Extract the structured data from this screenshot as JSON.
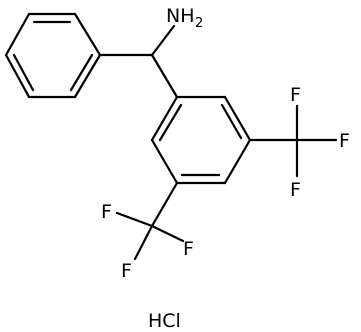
{
  "molecule": {
    "amine_label": "NH",
    "amine_subscript": "2",
    "fluorine_label": "F",
    "salt_label": "HCl"
  },
  "colors": {
    "bond": "#000000",
    "text": "#000000",
    "background": "#ffffff"
  }
}
